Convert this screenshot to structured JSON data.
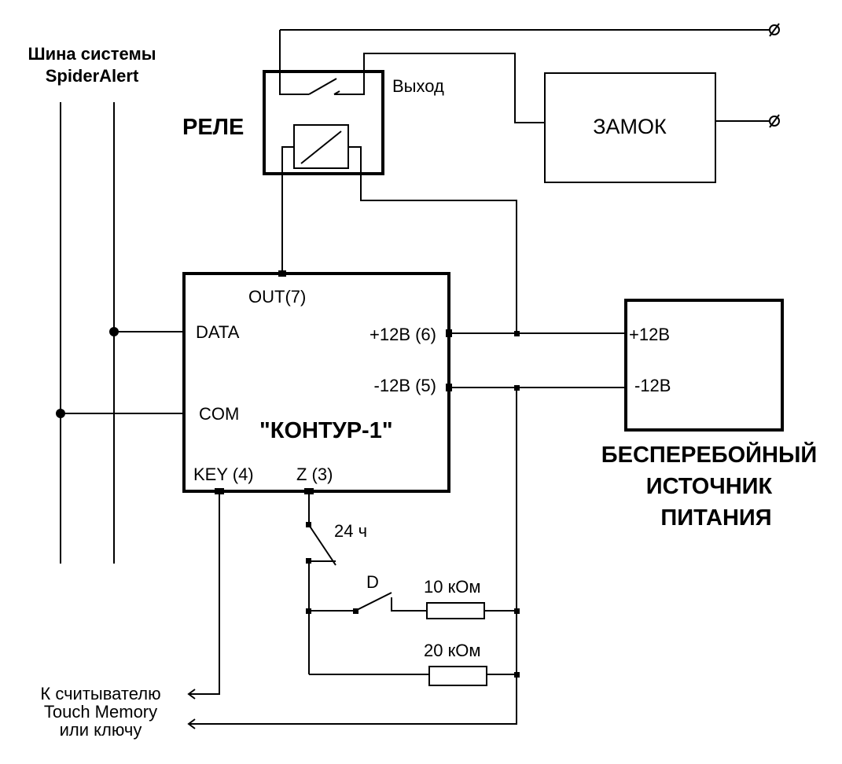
{
  "bus": {
    "line1": "Шина  системы",
    "line2": "SpiderAlert"
  },
  "relay": {
    "label": "РЕЛЕ",
    "output": "Выход"
  },
  "lock": {
    "label": "ЗАМОК"
  },
  "controller": {
    "name": "\"КОНТУР-1\"",
    "out": "OUT(7)",
    "data": "DATA",
    "com": "COM",
    "plus": "+12В (6)",
    "minus": "-12В (5)",
    "key": "KEY (4)",
    "z": "Z (3)"
  },
  "ups": {
    "plus": "+12В",
    "minus": "-12В",
    "line1": "БЕСПЕРЕБОЙНЫЙ",
    "line2": "ИСТОЧНИК",
    "line3": "ПИТАНИЯ"
  },
  "loop": {
    "switch24": "24 ч",
    "switchD": "D",
    "r1": "10 кОм",
    "r2": "20 кОм"
  },
  "reader": {
    "line1": "К считывателю",
    "line2": "Touch Memory",
    "line3": "или ключу"
  }
}
